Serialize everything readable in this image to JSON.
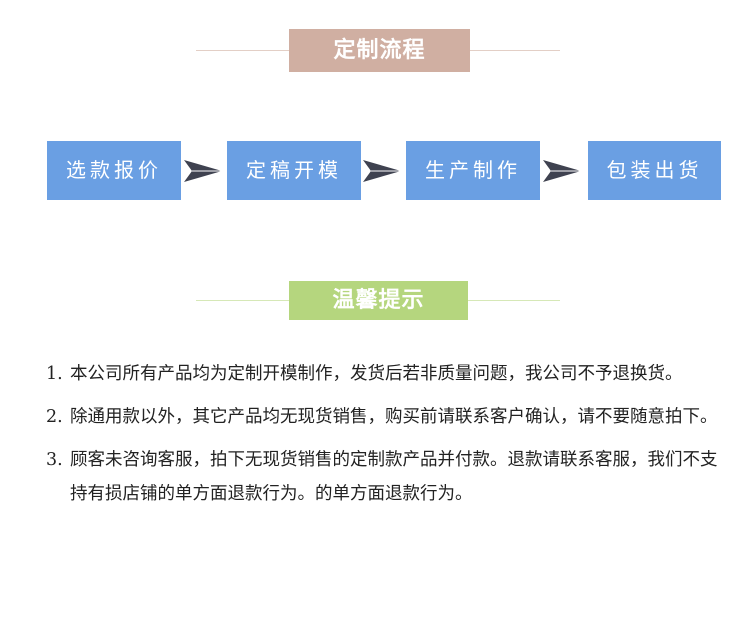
{
  "sections": {
    "process_title": "定制流程",
    "tips_title": "温馨提示"
  },
  "colors": {
    "process_title_bg": "#d0afa2",
    "tips_title_bg": "#b5d67e",
    "step_bg": "#6a9fe3",
    "arrow": "#3f4250"
  },
  "steps": [
    {
      "label": "选款报价"
    },
    {
      "label": "定稿开模"
    },
    {
      "label": "生产制作"
    },
    {
      "label": "包装出货"
    }
  ],
  "arrow_icon": "chevron-arrow-right",
  "notes": [
    {
      "num": "1.",
      "text": "本公司所有产品均为定制开模制作，发货后若非质量问题，我公司不予退换货。"
    },
    {
      "num": "2.",
      "text": "除通用款以外，其它产品均无现货销售，购买前请联系客户确认，请不要随意拍下。"
    },
    {
      "num": "3.",
      "text": "顾客未咨询客服，拍下无现货销售的定制款产品并付款。退款请联系客服，我们不支持有损店铺的单方面退款行为。的单方面退款行为。"
    }
  ]
}
